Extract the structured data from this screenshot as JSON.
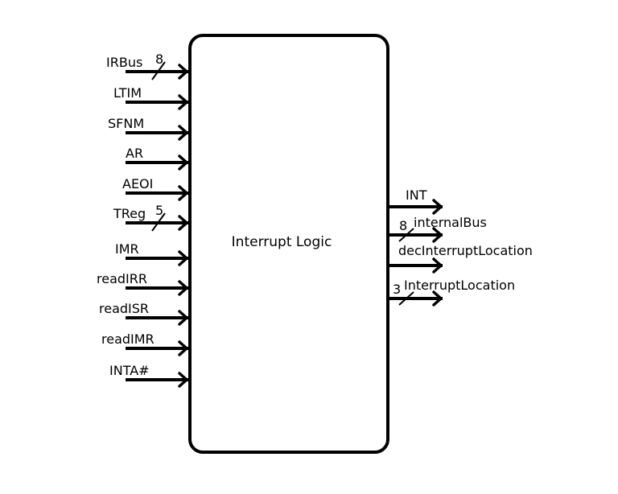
{
  "block": {
    "title": "Interrupt Logic"
  },
  "inputs": [
    {
      "label": "IRBus",
      "width": "8"
    },
    {
      "label": "LTIM"
    },
    {
      "label": "SFNM"
    },
    {
      "label": "AR"
    },
    {
      "label": "AEOI"
    },
    {
      "label": "TReg",
      "width": "5"
    },
    {
      "label": "IMR"
    },
    {
      "label": "readIRR"
    },
    {
      "label": "readISR"
    },
    {
      "label": "readIMR"
    },
    {
      "label": "INTA#"
    }
  ],
  "outputs": [
    {
      "label": "INT"
    },
    {
      "label": "internalBus",
      "width": "8"
    },
    {
      "label": "decInterruptLocation"
    },
    {
      "label": "InterruptLocation",
      "width": "3"
    }
  ],
  "colors": {
    "stroke": "#000000",
    "background": "#ffffff"
  }
}
